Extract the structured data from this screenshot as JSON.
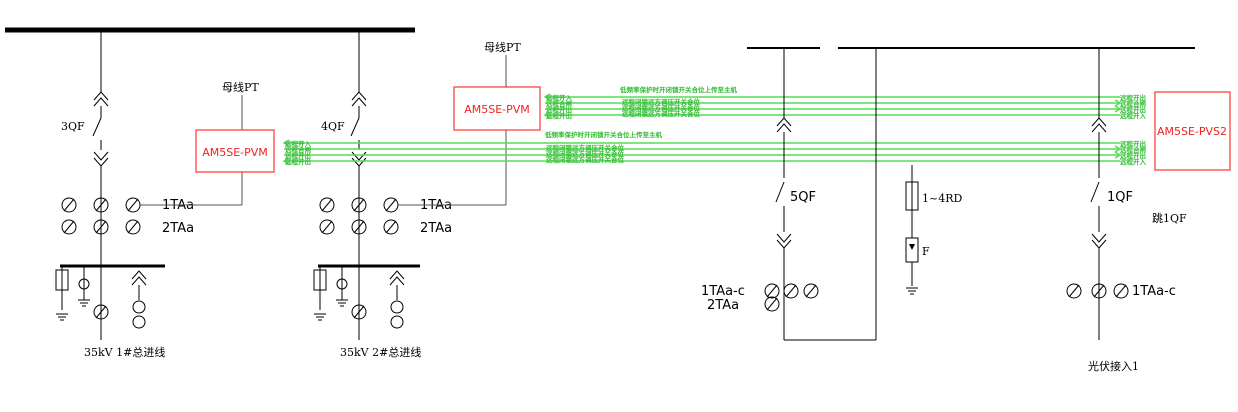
{
  "devices": {
    "pvm1": "AM5SE-PVM",
    "pvm2": "AM5SE-PVM",
    "pvs2": "AM5SE-PVS2"
  },
  "labels": {
    "busPT1": "母线PT",
    "busPT2": "母线PT",
    "qf3": "3QF",
    "qf4": "4QF",
    "qf5": "5QF",
    "qf1": "1QF",
    "ta1_line1": "1TAa",
    "ta2_line1": "2TAa",
    "ta1_line2": "1TAa",
    "ta2_line2": "2TAa",
    "ta_5qf_1": "1TAa-c",
    "ta_5qf_2": "2TAa",
    "ta_1qf": "1TAa-c",
    "rd": "1~4RD",
    "f": "F",
    "trip1qf": "跳1QF",
    "feeder1": "35kV 1#总进线",
    "feeder2": "35kV 2#总进线",
    "pv1": "光伏接入1"
  },
  "signals": {
    "top_title": "低频率保护时开闭锁开关合位上传至主机",
    "top_left": [
      "远程开入",
      "远程合闸",
      "远程开出",
      "远程开出"
    ],
    "top_mid": [
      "远程闭锁远方调压开关合位",
      "远程闭锁远方调压开关合位",
      "远程闭锁远方调压开关合位"
    ],
    "top_right": [
      "远程开出",
      "远程合闸",
      "远程开出",
      "远程开入"
    ],
    "bot_title": "低频率保护时开闭锁开关合位上传至主机",
    "bot_left": [
      "远程开入",
      "远程合闸",
      "远程开出",
      "远程开出"
    ],
    "bot_mid": [
      "远程闭锁远方调压开关合位",
      "远程闭锁远方调压开关合位",
      "远程闭锁远方调压开关合位"
    ],
    "bot_right": [
      "远程开出",
      "远程合闸",
      "远程开出",
      "远程开入"
    ]
  },
  "colors": {
    "device": "#ee2222",
    "signal": "#55dd55",
    "line": "#000000"
  }
}
